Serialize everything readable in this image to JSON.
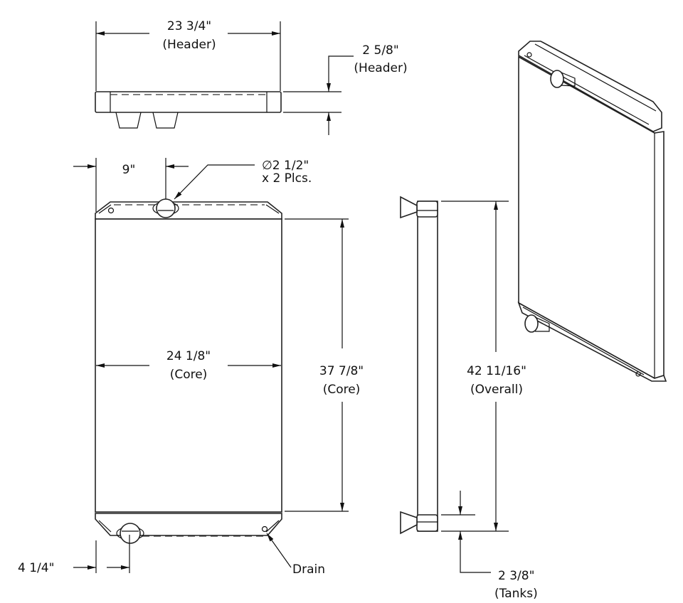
{
  "dimensions": {
    "header_width": {
      "value": "23 3/4\"",
      "label": "(Header)"
    },
    "header_depth": {
      "value": "2 5/8\"",
      "label": "(Header)"
    },
    "port_offset": {
      "value": "9\""
    },
    "port_diameter": {
      "value": "∅2 1/2\"",
      "label": "x 2 Plcs."
    },
    "core_width": {
      "value": "24 1/8\"",
      "label": "(Core)"
    },
    "core_height": {
      "value": "37 7/8\"",
      "label": "(Core)"
    },
    "overall_height": {
      "value": "42 11/16\"",
      "label": "(Overall)"
    },
    "bottom_port_offset": {
      "value": "4 1/4\""
    },
    "drain": {
      "label": "Drain"
    },
    "tank_height": {
      "value": "2 3/8\"",
      "label": "(Tanks)"
    }
  }
}
